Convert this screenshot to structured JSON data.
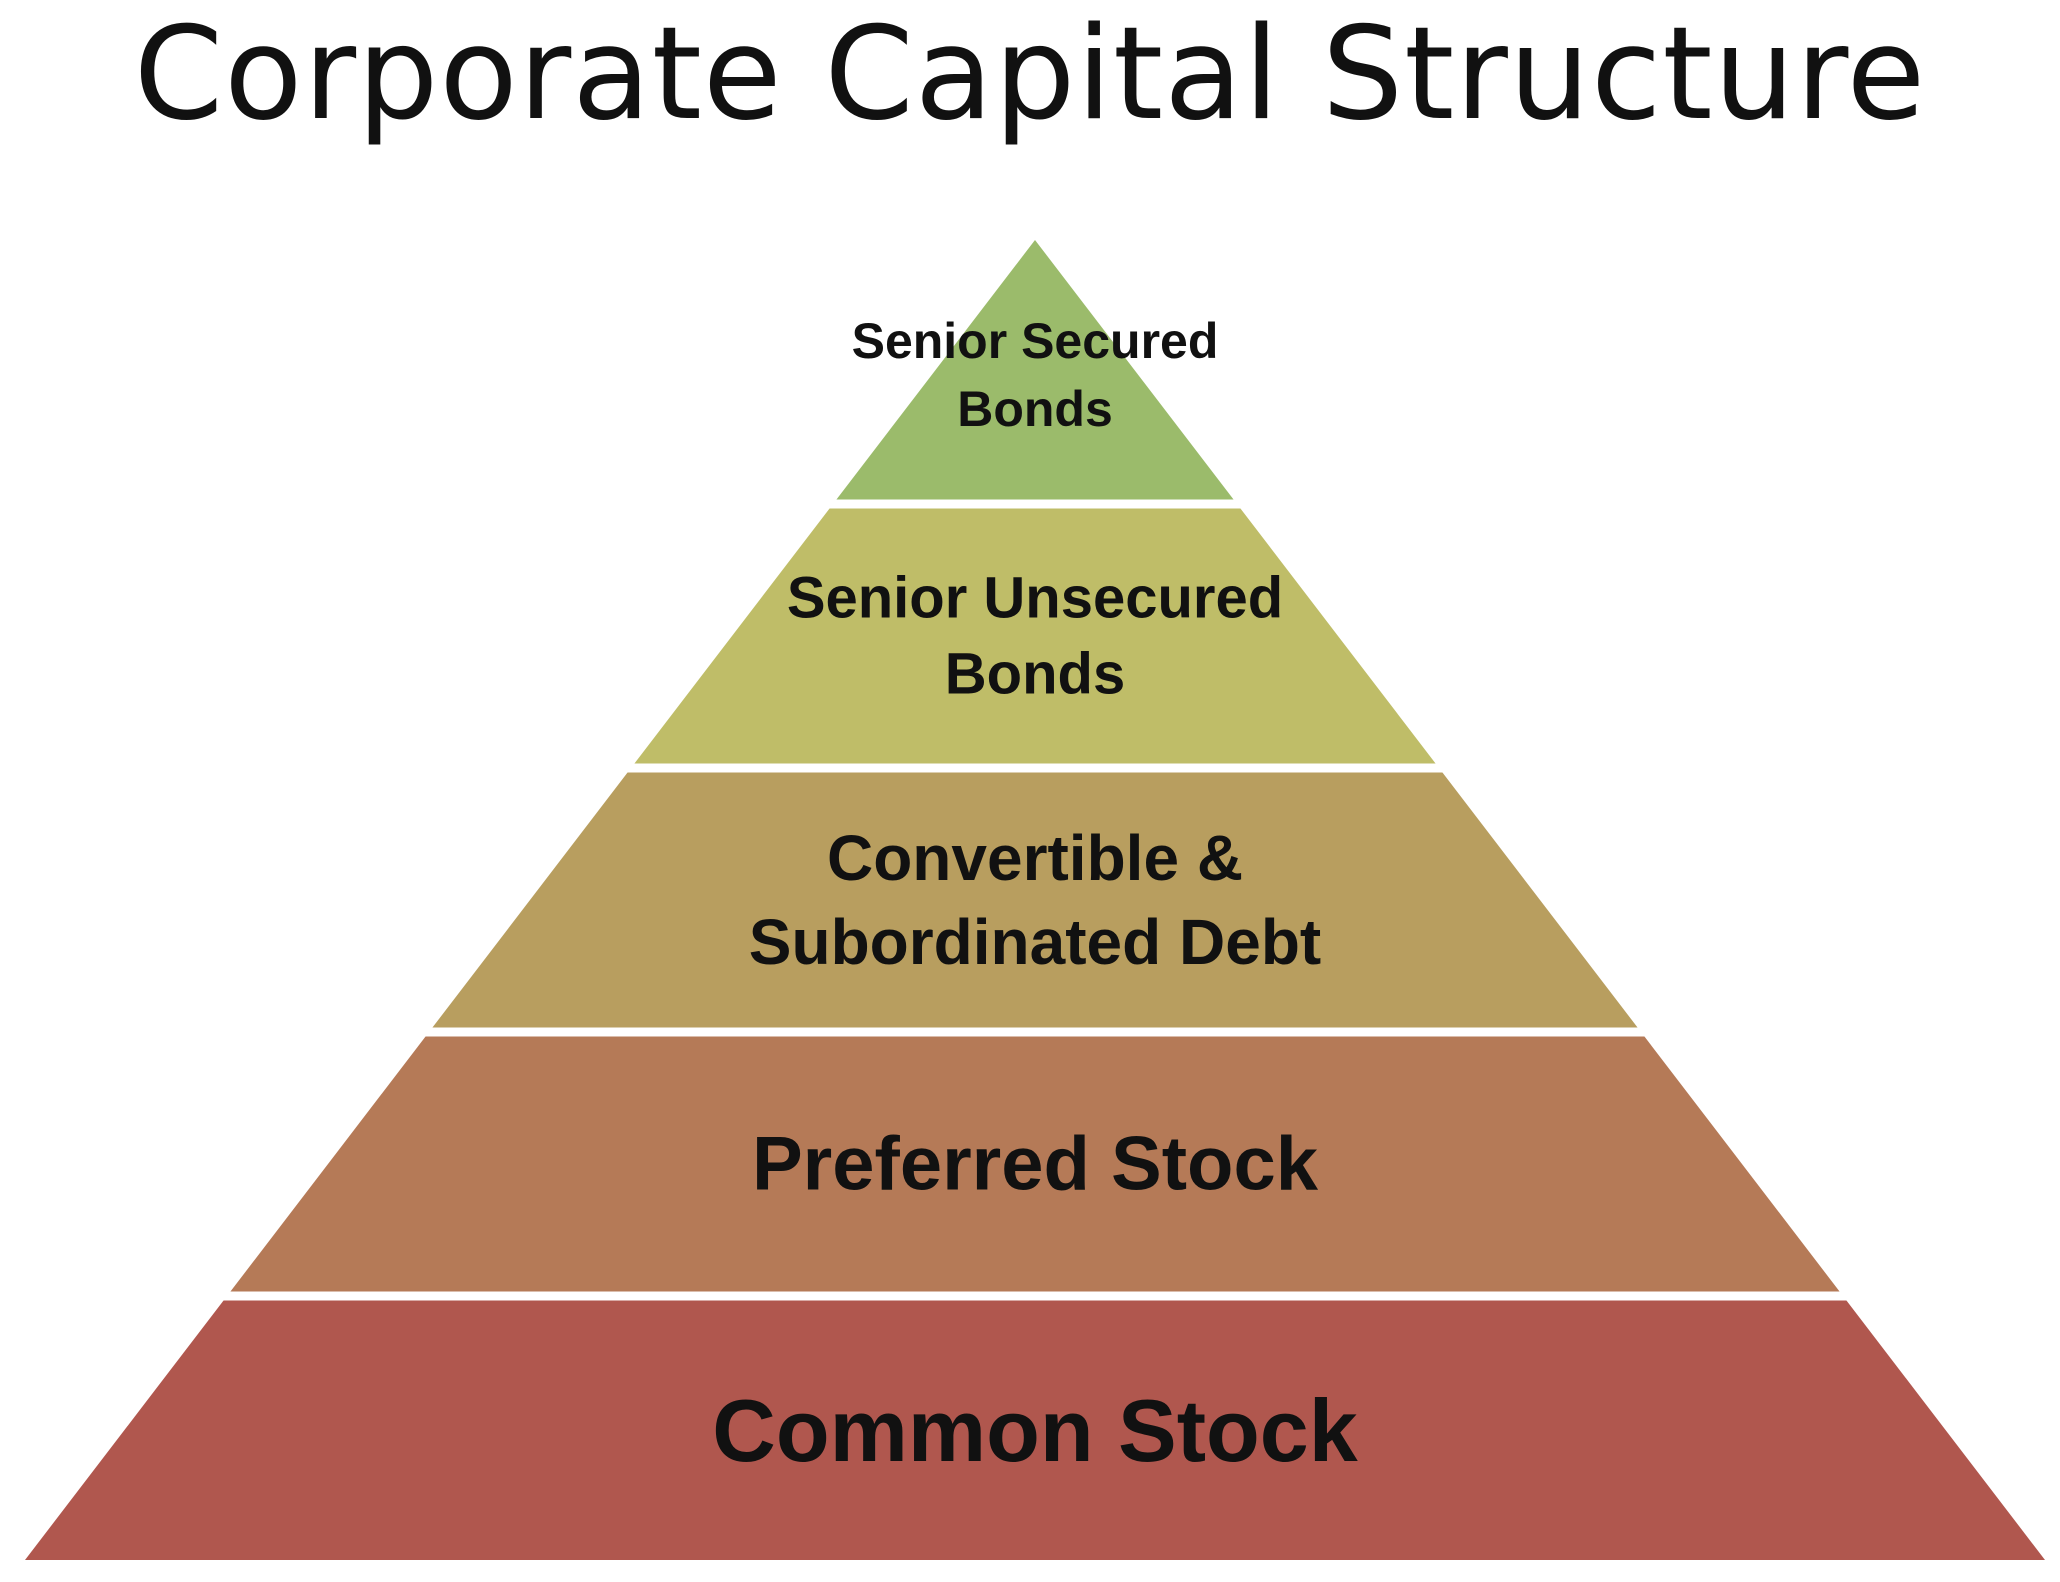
{
  "title": "Corporate Capital Structure",
  "pyramid": {
    "layers": [
      {
        "lines": [
          "Senior Secured",
          "Bonds"
        ],
        "color": "#9bbb6b"
      },
      {
        "lines": [
          "Senior Unsecured",
          "Bonds"
        ],
        "color": "#bfbd68"
      },
      {
        "lines": [
          "Convertible &",
          "Subordinated Debt"
        ],
        "color": "#b89e5f"
      },
      {
        "lines": [
          "Preferred Stock"
        ],
        "color": "#b57a57"
      },
      {
        "lines": [
          "Common Stock"
        ],
        "color": "#b0574e"
      }
    ]
  }
}
